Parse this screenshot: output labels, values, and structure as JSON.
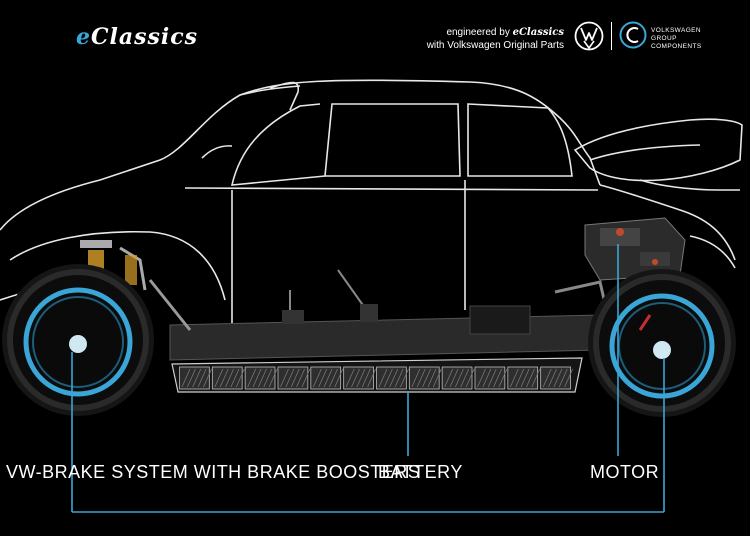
{
  "header": {
    "logo_e": "e",
    "logo_rest": "Classics",
    "engineered_prefix": "engineered by ",
    "engineered_brand": "eClassics",
    "parts_line": "with Volkswagen Original Parts",
    "group_components_line1": "VOLKSWAGEN",
    "group_components_line2": "GROUP COMPONENTS"
  },
  "labels": {
    "brake": "VW-BRAKE SYSTEM WITH BRAKE BOOSTERS",
    "battery": "BATTERY",
    "motor": "MOTOR"
  },
  "colors": {
    "background": "#000000",
    "accent_blue": "#3aa6d8",
    "outline": "#ffffff"
  },
  "icons": [
    "vw-logo-icon",
    "group-components-icon"
  ]
}
